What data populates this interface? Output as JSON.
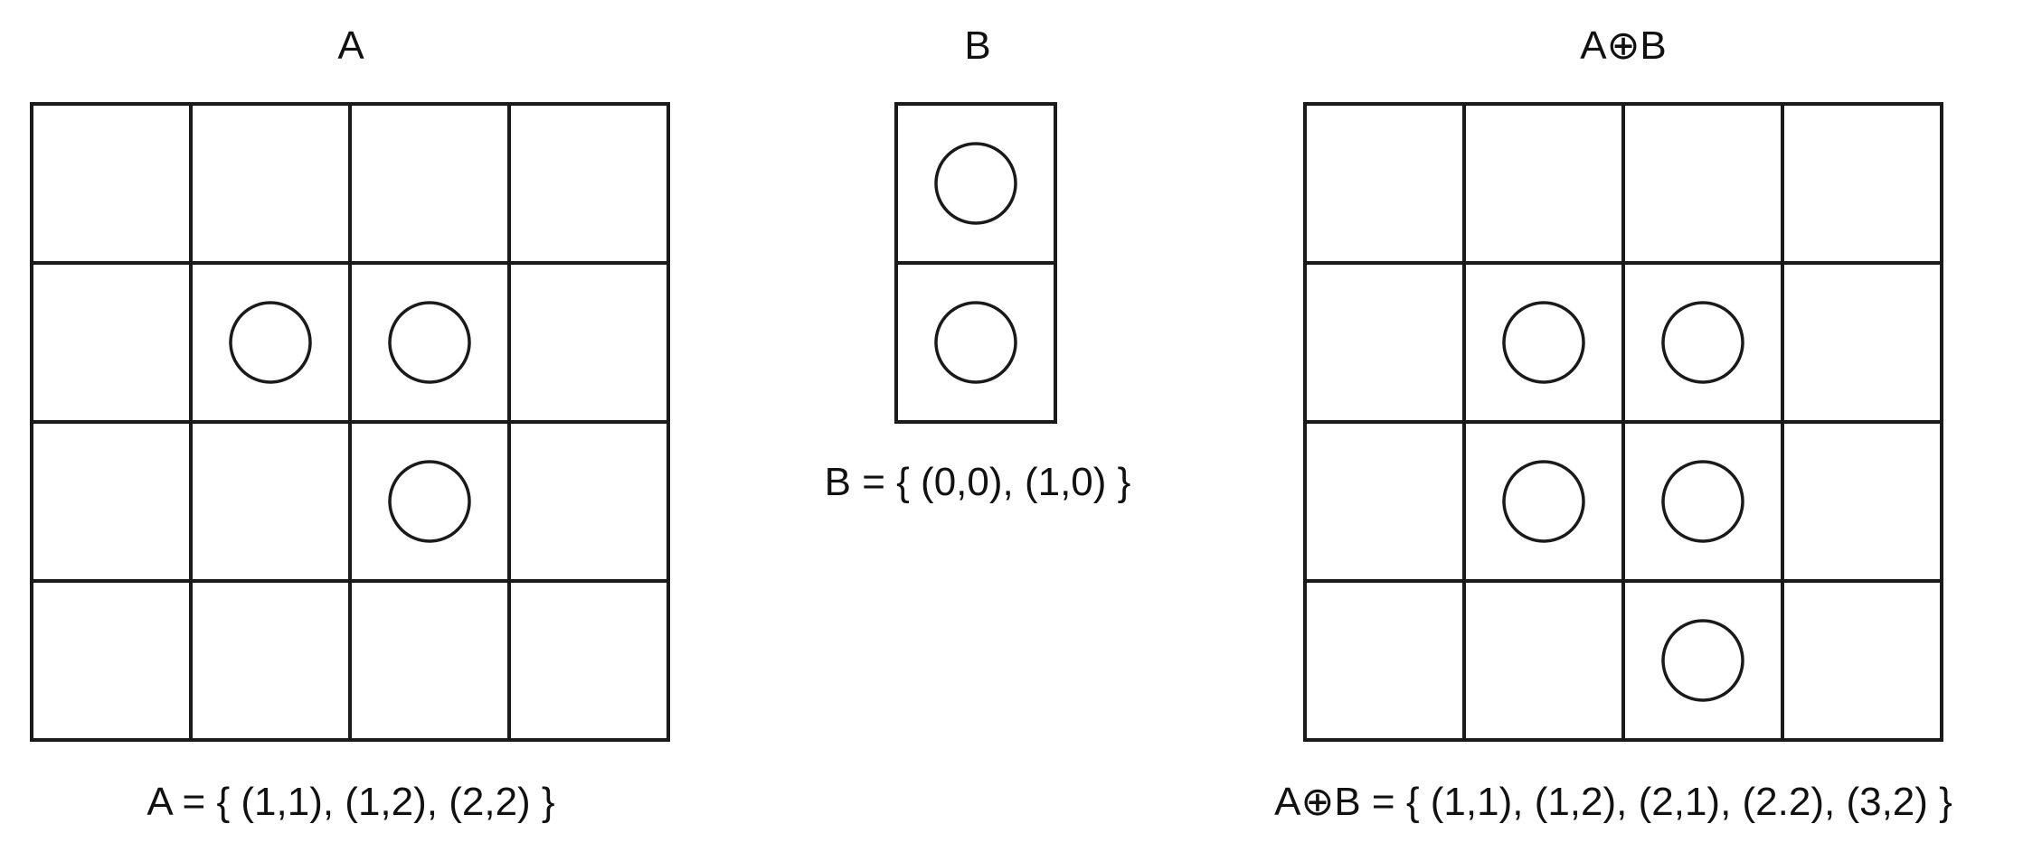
{
  "panels": {
    "a": {
      "title": "A",
      "caption": "A = { (1,1), (1,2), (2,2) }",
      "rows": 4,
      "cols": 4,
      "marked_cells": [
        [
          1,
          1
        ],
        [
          1,
          2
        ],
        [
          2,
          2
        ]
      ]
    },
    "b": {
      "title": "B",
      "caption": "B = { (0,0), (1,0) }",
      "rows": 2,
      "cols": 1,
      "marked_cells": [
        [
          0,
          0
        ],
        [
          1,
          0
        ]
      ]
    },
    "result": {
      "title": "A⊕B",
      "caption": "A⊕B = { (1,1), (1,2), (2,1), (2.2), (3,2) }",
      "rows": 4,
      "cols": 4,
      "marked_cells": [
        [
          1,
          1
        ],
        [
          1,
          2
        ],
        [
          2,
          1
        ],
        [
          2,
          2
        ],
        [
          3,
          2
        ]
      ]
    }
  },
  "colors": {
    "line": "#1a1a1a",
    "background": "#ffffff"
  }
}
